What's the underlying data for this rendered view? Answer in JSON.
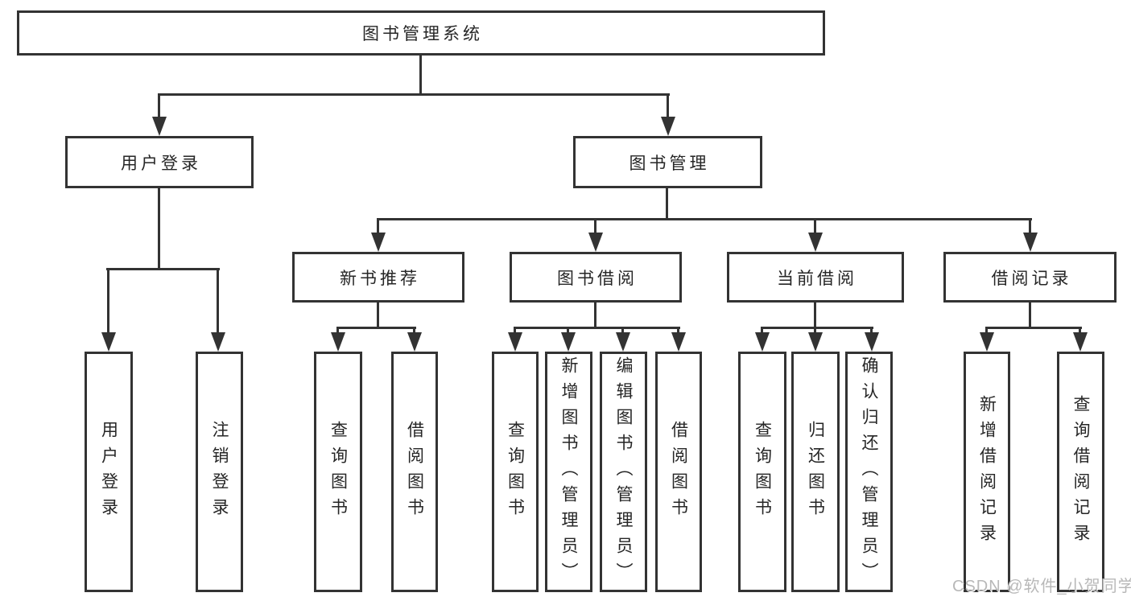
{
  "diagram": {
    "title": "图书管理系统",
    "branches": [
      {
        "label": "用户登录",
        "children": [
          {
            "label": "用户登录"
          },
          {
            "label": "注销登录"
          }
        ]
      },
      {
        "label": "图书管理",
        "children": [
          {
            "label": "新书推荐",
            "children": [
              {
                "label": "查询图书"
              },
              {
                "label": "借阅图书"
              }
            ]
          },
          {
            "label": "图书借阅",
            "children": [
              {
                "label": "查询图书"
              },
              {
                "label": "新增图书（管理员）"
              },
              {
                "label": "编辑图书（管理员）"
              },
              {
                "label": "借阅图书"
              }
            ]
          },
          {
            "label": "当前借阅",
            "children": [
              {
                "label": "查询图书"
              },
              {
                "label": "归还图书"
              },
              {
                "label": "确认归还（管理员）"
              }
            ]
          },
          {
            "label": "借阅记录",
            "children": [
              {
                "label": "新增借阅记录"
              },
              {
                "label": "查询借阅记录"
              }
            ]
          }
        ]
      }
    ]
  },
  "watermark": {
    "text": "CSDN @软件_小贺同学"
  },
  "colors": {
    "line": "#333333",
    "text": "#262626",
    "background": "#ffffff",
    "watermark": "#b8b8b8"
  }
}
